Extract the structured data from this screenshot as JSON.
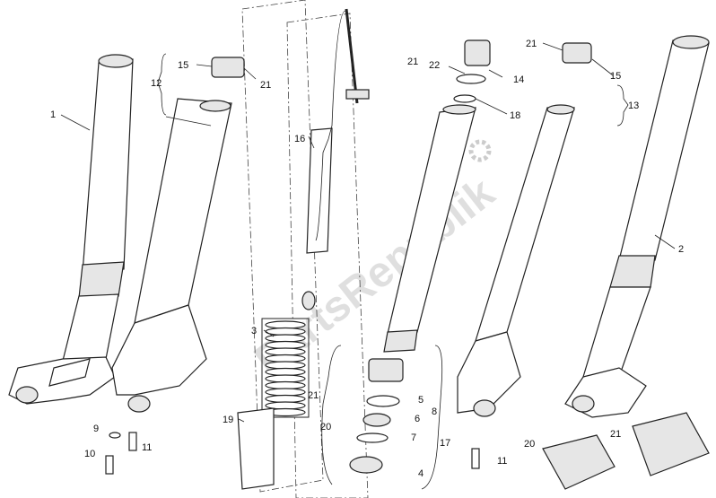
{
  "watermark": "PartsRepublik",
  "callouts": [
    {
      "id": "c1",
      "text": "1"
    },
    {
      "id": "c15a",
      "text": "15"
    },
    {
      "id": "c12",
      "text": "12"
    },
    {
      "id": "c21a",
      "text": "21"
    },
    {
      "id": "c16",
      "text": "16"
    },
    {
      "id": "c21b",
      "text": "21"
    },
    {
      "id": "c22",
      "text": "22"
    },
    {
      "id": "c14",
      "text": "14"
    },
    {
      "id": "c18",
      "text": "18"
    },
    {
      "id": "c21c",
      "text": "21"
    },
    {
      "id": "c15b",
      "text": "15"
    },
    {
      "id": "c13",
      "text": "13"
    },
    {
      "id": "c2",
      "text": "2"
    },
    {
      "id": "c3",
      "text": "3"
    },
    {
      "id": "c19",
      "text": "19"
    },
    {
      "id": "c9",
      "text": "9"
    },
    {
      "id": "c10",
      "text": "10"
    },
    {
      "id": "c11a",
      "text": "11"
    },
    {
      "id": "c21d",
      "text": "21"
    },
    {
      "id": "c20a",
      "text": "20"
    },
    {
      "id": "c5",
      "text": "5"
    },
    {
      "id": "c6",
      "text": "6"
    },
    {
      "id": "c7",
      "text": "7"
    },
    {
      "id": "c8",
      "text": "8"
    },
    {
      "id": "c4",
      "text": "4"
    },
    {
      "id": "c17",
      "text": "17"
    },
    {
      "id": "c11b",
      "text": "11"
    },
    {
      "id": "c20b",
      "text": "20"
    },
    {
      "id": "c21e",
      "text": "21"
    }
  ]
}
